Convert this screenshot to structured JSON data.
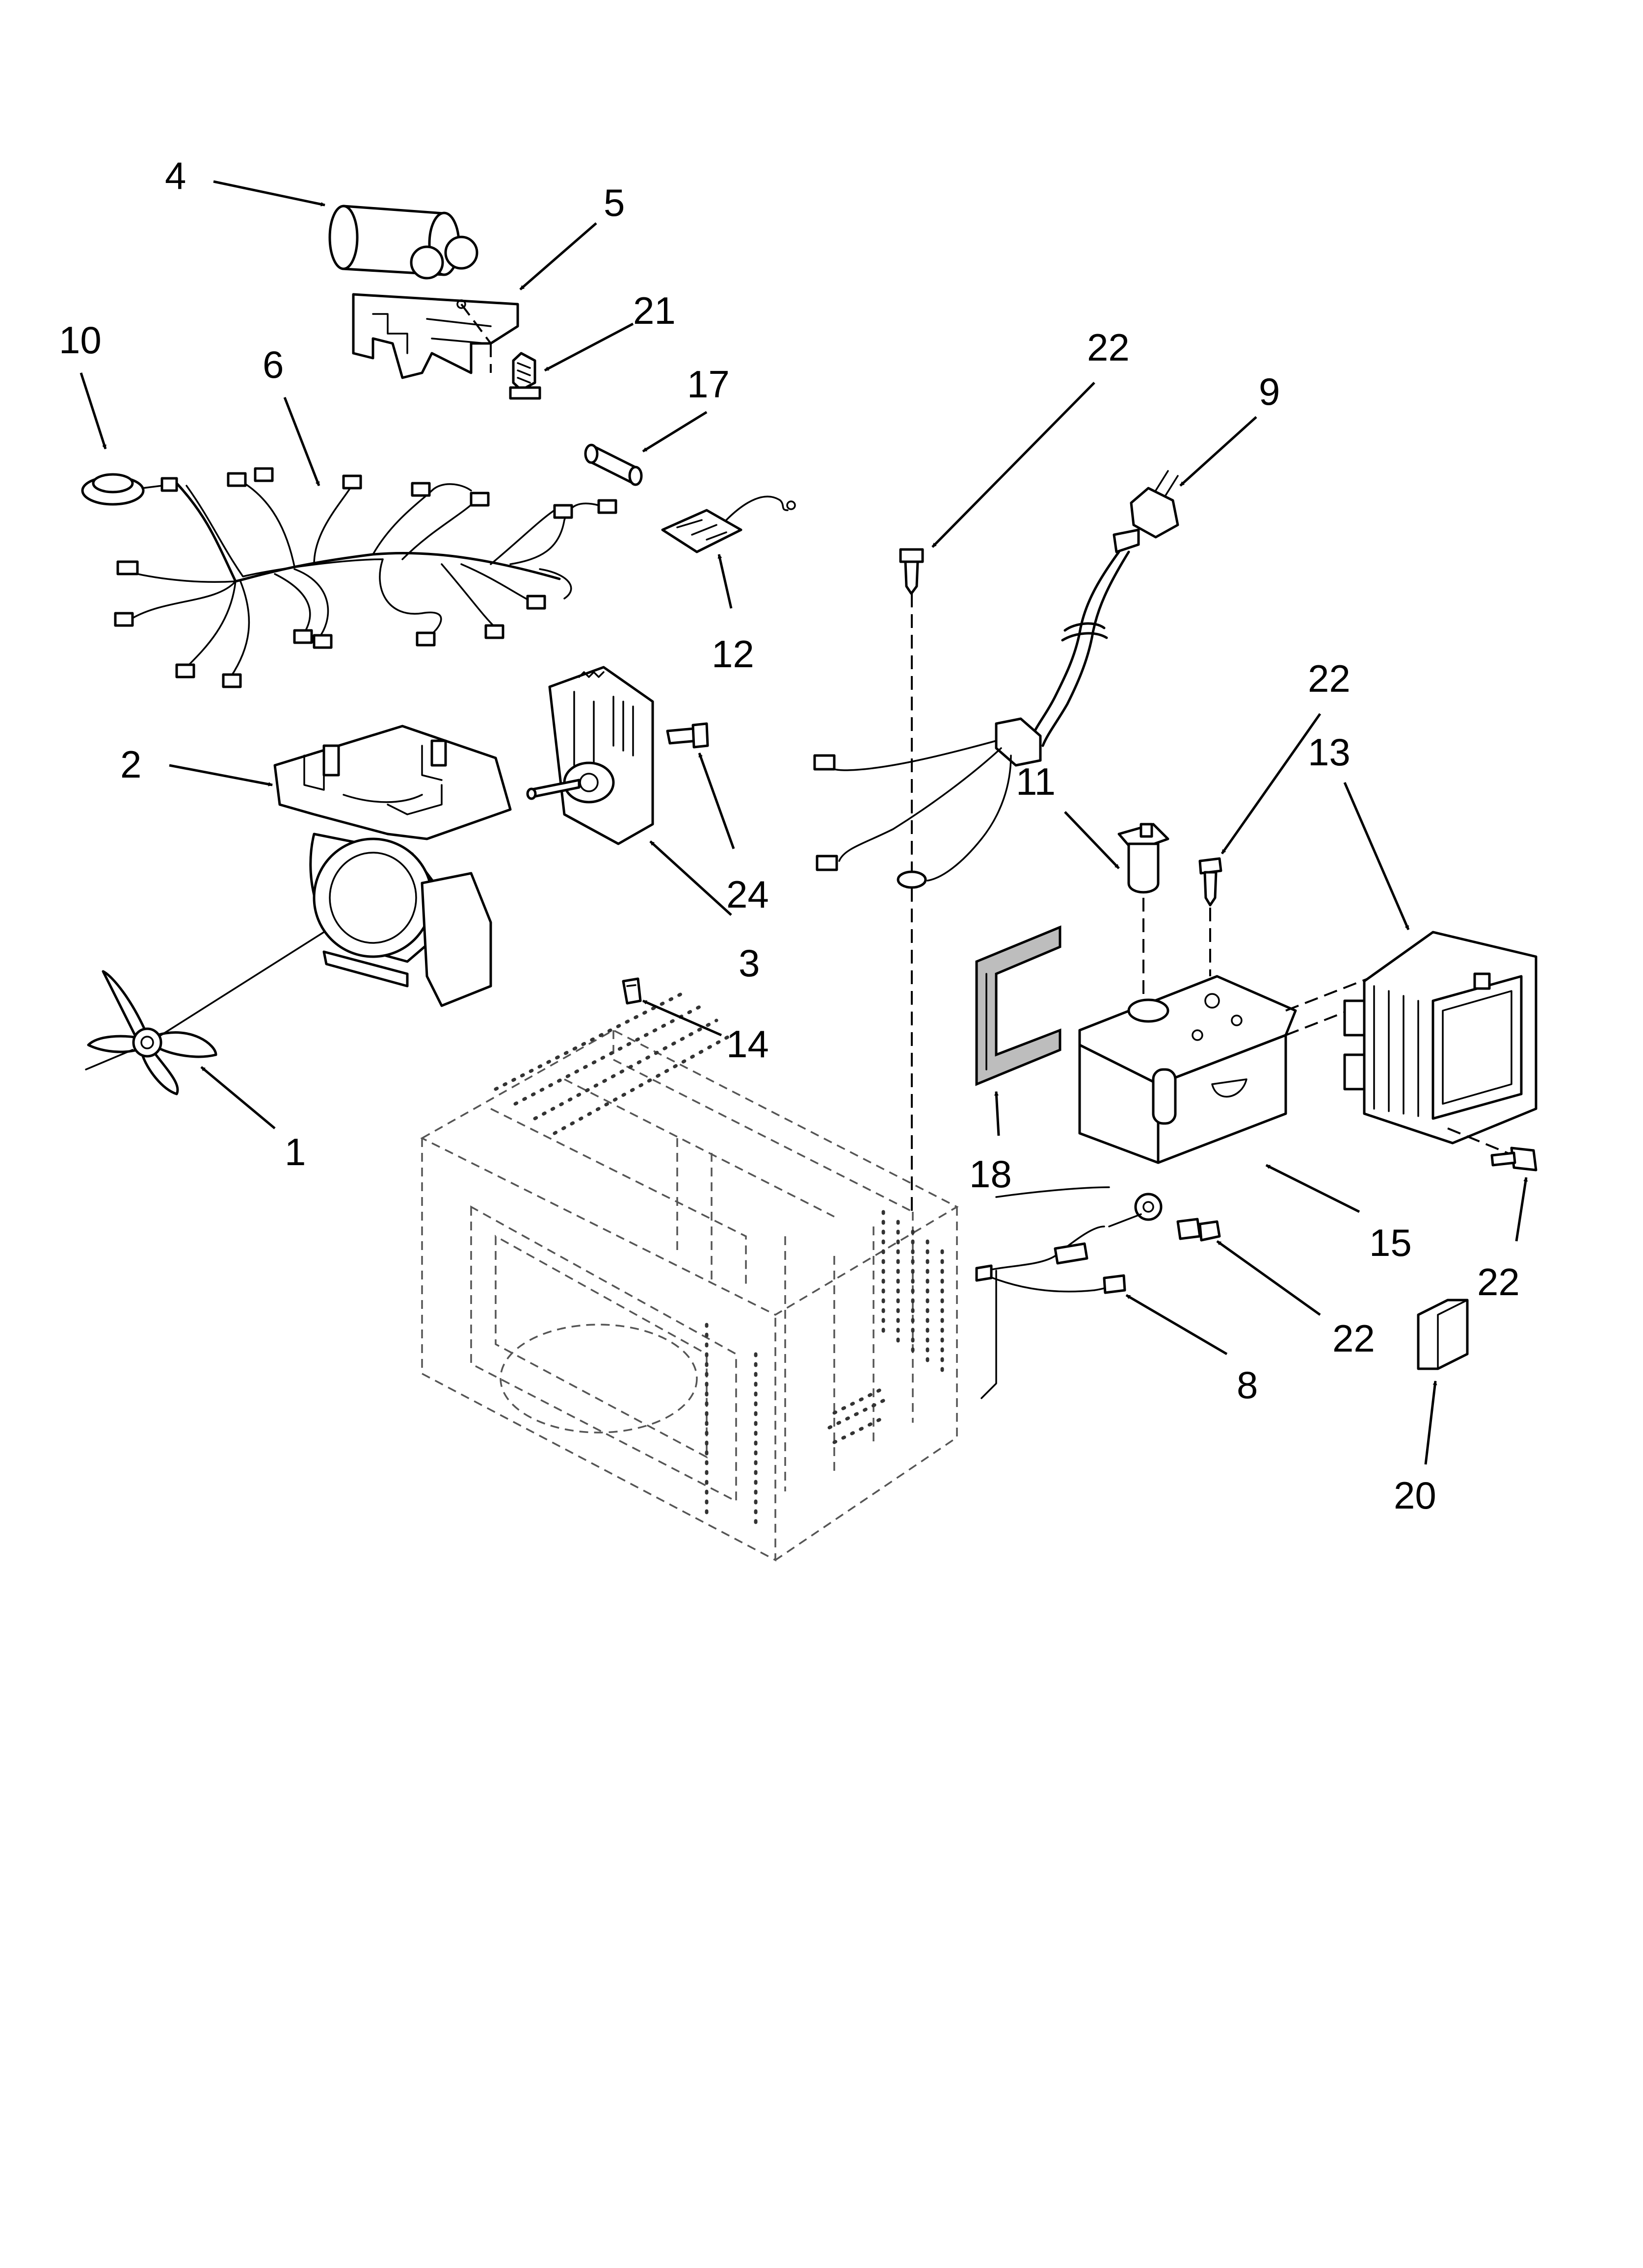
{
  "parts": [
    {
      "key": "p4",
      "label": "4"
    },
    {
      "key": "p5",
      "label": "5"
    },
    {
      "key": "p21",
      "label": "21"
    },
    {
      "key": "p10",
      "label": "10"
    },
    {
      "key": "p6",
      "label": "6"
    },
    {
      "key": "p17",
      "label": "17"
    },
    {
      "key": "p12",
      "label": "12"
    },
    {
      "key": "p22a",
      "label": "22"
    },
    {
      "key": "p9",
      "label": "9"
    },
    {
      "key": "p2",
      "label": "2"
    },
    {
      "key": "p24",
      "label": "24"
    },
    {
      "key": "p3",
      "label": "3"
    },
    {
      "key": "p11",
      "label": "11"
    },
    {
      "key": "p22b",
      "label": "22"
    },
    {
      "key": "p13",
      "label": "13"
    },
    {
      "key": "p14",
      "label": "14"
    },
    {
      "key": "p1",
      "label": "1"
    },
    {
      "key": "p18",
      "label": "18"
    },
    {
      "key": "p15",
      "label": "15"
    },
    {
      "key": "p22c",
      "label": "22"
    },
    {
      "key": "p22d",
      "label": "22"
    },
    {
      "key": "p8",
      "label": "8"
    },
    {
      "key": "p20",
      "label": "20"
    }
  ]
}
